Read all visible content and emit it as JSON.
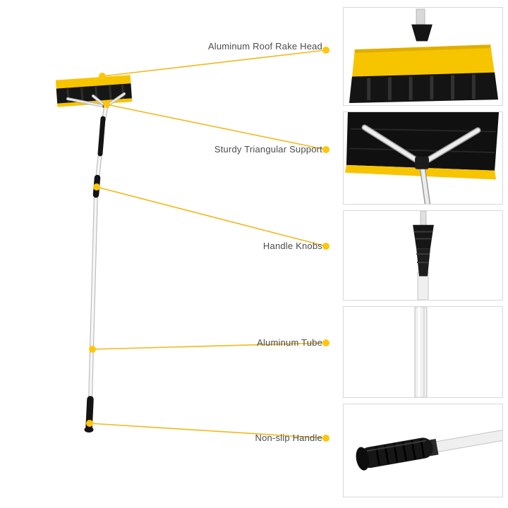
{
  "product": {
    "illustration": "telescoping-roof-rake",
    "colors": {
      "accent_yellow": "#F7C400",
      "callout_line": "#F2B81B",
      "callout_dot": "#FFC60A",
      "black": "#161616",
      "panel_border": "#d8d8d8",
      "label_text": "#4d4d4d"
    },
    "callouts": [
      {
        "id": "head",
        "label": "Aluminum Roof Rake Head"
      },
      {
        "id": "support",
        "label": "Sturdy Triangular Support"
      },
      {
        "id": "knobs",
        "label": "Handle Knobs"
      },
      {
        "id": "tube",
        "label": "Aluminum Tube"
      },
      {
        "id": "handle",
        "label": "Non-slip Handle"
      }
    ],
    "detail_panels": [
      {
        "name": "rake-head-front-detail"
      },
      {
        "name": "triangular-support-detail"
      },
      {
        "name": "handle-knob-detail"
      },
      {
        "name": "aluminum-tube-detail"
      },
      {
        "name": "non-slip-handle-detail"
      }
    ]
  }
}
